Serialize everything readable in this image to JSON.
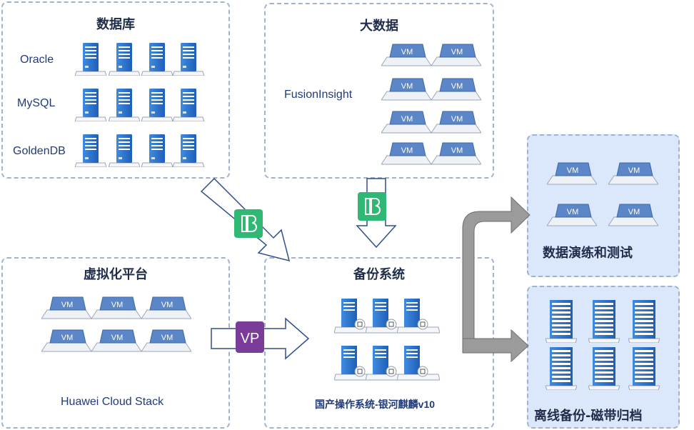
{
  "database": {
    "title": "数据库",
    "rows": [
      "Oracle",
      "MySQL",
      "GoldenDB"
    ]
  },
  "bigdata": {
    "title": "大数据",
    "system": "FusionInsight"
  },
  "virtual": {
    "title": "虚拟化平台",
    "platform": "Huawei Cloud Stack"
  },
  "backup": {
    "title": "备份系统",
    "os": "国产操作系统-银河麒麟v10"
  },
  "drill": {
    "title": "数据演练和测试"
  },
  "archive": {
    "title": "离线备份-磁带归档"
  },
  "badges": {
    "vp": "VP",
    "vm": "VM"
  },
  "colors": {
    "server": "#2f7bd8",
    "agent": "#2fb873",
    "vp": "#7b3b98",
    "vm": "#5b87c9"
  }
}
